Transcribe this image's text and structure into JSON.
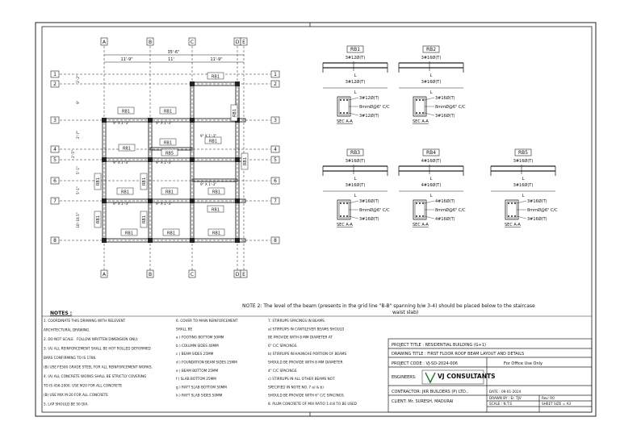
{
  "grid": {
    "col_labels": [
      "A",
      "B",
      "C",
      "D",
      "E"
    ],
    "row_labels": [
      "1",
      "2",
      "3",
      "4",
      "5",
      "6",
      "7",
      "8"
    ],
    "overall_width": "35'-6\"",
    "col_dims": [
      "11'-9\"",
      "11'",
      "11'-9\""
    ],
    "row_dims": [
      "2'-2\"",
      "9'",
      "2'-7\"",
      "2'-5\"",
      "5'-1\"",
      "5'-1\"",
      "10'-10.5\""
    ]
  },
  "plan_beams": [
    "RB1",
    "RB1",
    "RB1",
    "RB1",
    "RB1",
    "RB5",
    "RB1",
    "RB1",
    "RB1",
    "RB1",
    "RB1",
    "RB1",
    "RB1",
    "RB1",
    "RB1",
    "RB1",
    "RB1",
    "RB1",
    "RB1",
    "RB1"
  ],
  "plan_notes": [
    "9\" X 1'-3\"",
    "9\" X 1'-3\"",
    "9\" X 1'-3\"",
    "9\" X 1'-3\"",
    "9\" X 1'-3\"",
    "9\" X 1'-3\"",
    "9\" X 1'-3\"",
    "9\" X 1'-3\""
  ],
  "details": [
    {
      "name": "RB1",
      "top": "3#12Ø(T)",
      "bot": "3#12Ø(T)",
      "sec_top": "3#12Ø(T)",
      "stirrup": "8mmØ@6\" C/C",
      "sec_bot": "3#12Ø(T)",
      "sec": "SEC A-A",
      "L": "L"
    },
    {
      "name": "RB2",
      "top": "3#16Ø(T)",
      "bot": "3#16Ø(T)",
      "sec_top": "3#16Ø(T)",
      "stirrup": "8mmØ@6\" C/C",
      "sec_bot": "3#16Ø(T)",
      "sec": "SEC A-A",
      "L": "L"
    },
    {
      "name": "RB3",
      "top": "3#16Ø(T)",
      "bot": "3#16Ø(T)",
      "sec_top": "3#16Ø(T)",
      "stirrup": "8mmØ@6\" C/C",
      "sec_bot": "3#16Ø(T)",
      "sec": "SEC A-A",
      "L": "L"
    },
    {
      "name": "RB4",
      "top": "4#16Ø(T)",
      "bot": "4#16Ø(T)",
      "sec_top": "4#16Ø(T)",
      "stirrup": "8mmØ@6\" C/C",
      "sec_bot": "4#16Ø(T)",
      "sec": "SEC A-A",
      "L": "L"
    },
    {
      "name": "RB5",
      "top": "3#16Ø(T)",
      "bot": "3#16Ø(T)",
      "sec_top": "3#16Ø(T)",
      "stirrup": "8mmØ@6\" C/C",
      "sec_bot": "3#16Ø(T)",
      "sec": "SEC A-A",
      "L": "L"
    }
  ],
  "note2": "NOTE 2: The level of the beam (presents in the grid line \"B-B\" spanning b/w 3-4) should be placed below to the staircase",
  "note2_cont": "waist slab)",
  "notes": {
    "title": "NOTES :",
    "col1": [
      "1. COORDINATE THIS DRAWING WITH RELEVENT",
      "   ARCHITECTURAL DRAWING.",
      "2. DO NOT SCALE . FOLLOW WRITTEN DIMENSION ONLY.",
      "3. (A) ALL REINFORCEMENT SHALL BE HOT ROLLED DEFORMED",
      "   BARS CONFIRMING TO IS 1786.",
      "   (B) USE FE500 GRADE STEEL FOR ALL REINFORCEMENT WORKS.",
      "4. (A) ALL CONCRETE WORKS SHALL BE STRICTLY COVERING",
      "TO IS 456-2000. USE M20 FOR ALL CONCRETE",
      "   (B) USE MIX M-20 FOR ALL CONCRETE",
      "5. LAP SHOULD BE 50 DIA."
    ],
    "col2": [
      "6. COVER TO MAIN REINFORCEMENT",
      "   SHALL BE",
      "a ) FOOTING BOTTOM 50MM",
      "b ) COLUMN SIDES 40MM",
      "c ) BEAM SIDES 25MM",
      "d ) FOUNDATION BEAM SIDES 25MM",
      "e ) BEAM BOTTOM 25MM",
      "f ) SLAB BOTTOM 25MM",
      "g ) RAFT SLAB BOTTOM 50MM",
      "h ) RAFT SLAB SIDES 50MM"
    ],
    "col3": [
      "7. STIRRUPS SPACINGS IN BEAMS.",
      "a) STIRRUPS IN CANTILEVER BEAMS SHOULD",
      "   BE PROVIDE WITH 8 MM DIAMETER AT",
      "   6\" C/C SPACINGS.",
      "b) STIRRUPS IN HAUNCHE PORTION OF BEAMS",
      "   SHOULD BE PROVIDE WITH 8 MM DIAMETER",
      "   4\" C/C SPACINGS.",
      "c) STIRRUPS IN ALL OTHER BEAMS NOT",
      "   SPECIFIED IN NOTE NO. 7 a) & b)",
      "   SHOULD BE PROVIDE WITH 6\" C/C SPACINGS.",
      "8. PLUM CONCRETE OF MIX RATIO 1:4:8 TO BE USED"
    ]
  },
  "title_block": {
    "project_title": "PROJECT TITLE : RESIDENTIAL BUILDING (G+1)",
    "drawing_title": "DRAWING TITLE : FIRST FLOOR ROOF BEAM LAYOUT AND DETAILS",
    "project_code": "PROJECT CODE : VJ-SD-2024-006",
    "office_use": "For Office Use Only",
    "engineers": "ENGINEERS:",
    "company": "VJ CONSULTANTS",
    "contractor": "CONTRACTOR: JKR BUILDERS (P) LTD.,",
    "client": "CLIENT: Mr. SURESH, MADURAI",
    "date": "DATE : 09-01-2024",
    "drawn_by": "DRAWN BY : Er. TJV",
    "rev": "Rev: R0",
    "scale": "SCALE : N.T.S",
    "sheet": "SHEET SIZE = A3"
  }
}
